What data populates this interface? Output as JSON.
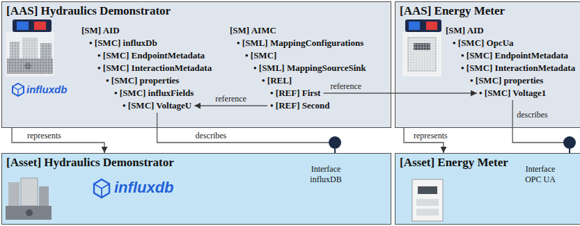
{
  "diagram": {
    "nodes": [
      {
        "text": [
          "[AAS] Hydraulics Demonstrator"
        ]
      },
      {
        "text": [
          "• [SMC] VoltageU"
        ],
        "in": 0
      },
      {
        "text": [
          "• [REF] First"
        ],
        "in": 0
      },
      {
        "text": [
          "• [REF] Second"
        ],
        "in": 0
      },
      {
        "text": [
          "[AAS] Energy Meter"
        ]
      },
      {
        "text": [
          "• [SMC] Voltage1"
        ],
        "in": 4
      },
      {
        "text": [
          "[Asset] Hydraulics Demonstrator"
        ]
      },
      {
        "text": [
          "Interface influxDB"
        ]
      },
      {
        "text": [
          "[Asset] Energy Meter"
        ]
      },
      {
        "text": [
          "Interface OPC UA"
        ]
      }
    ],
    "edges": [
      {
        "from": 0,
        "to": 6,
        "arrow": "to",
        "label": "represents"
      },
      {
        "from": 1,
        "to": 7,
        "arrow": "none",
        "label": "describes"
      },
      {
        "from": 2,
        "to": 5,
        "arrow": "to",
        "label": "reference"
      },
      {
        "from": 3,
        "to": 1,
        "arrow": "to",
        "label": "reference"
      },
      {
        "from": 4,
        "to": 8,
        "arrow": "to",
        "label": "represents"
      },
      {
        "from": 5,
        "to": 9,
        "arrow": "none",
        "label": "describes"
      }
    ],
    "labels": [
      "[SM] AID",
      "• [SMC] influxDb",
      "• [SMC] EndpointMetadata",
      "• [SMC] InteractionMetadata",
      "• [SMC] properties",
      "• [SMC] influxFields",
      "[SM] AIMC",
      "• [SML] MappingConfigurations",
      "• [SMC]",
      "• [SML] MappingSourceSink",
      "• [REL]",
      "influxdb",
      "[SM] AID",
      "• [SMC] OpcUa",
      "• [SMC] EndpointMetadata",
      "• [SMC] InteractionMetadata",
      "• [SMC] properties",
      "influxdb"
    ]
  }
}
